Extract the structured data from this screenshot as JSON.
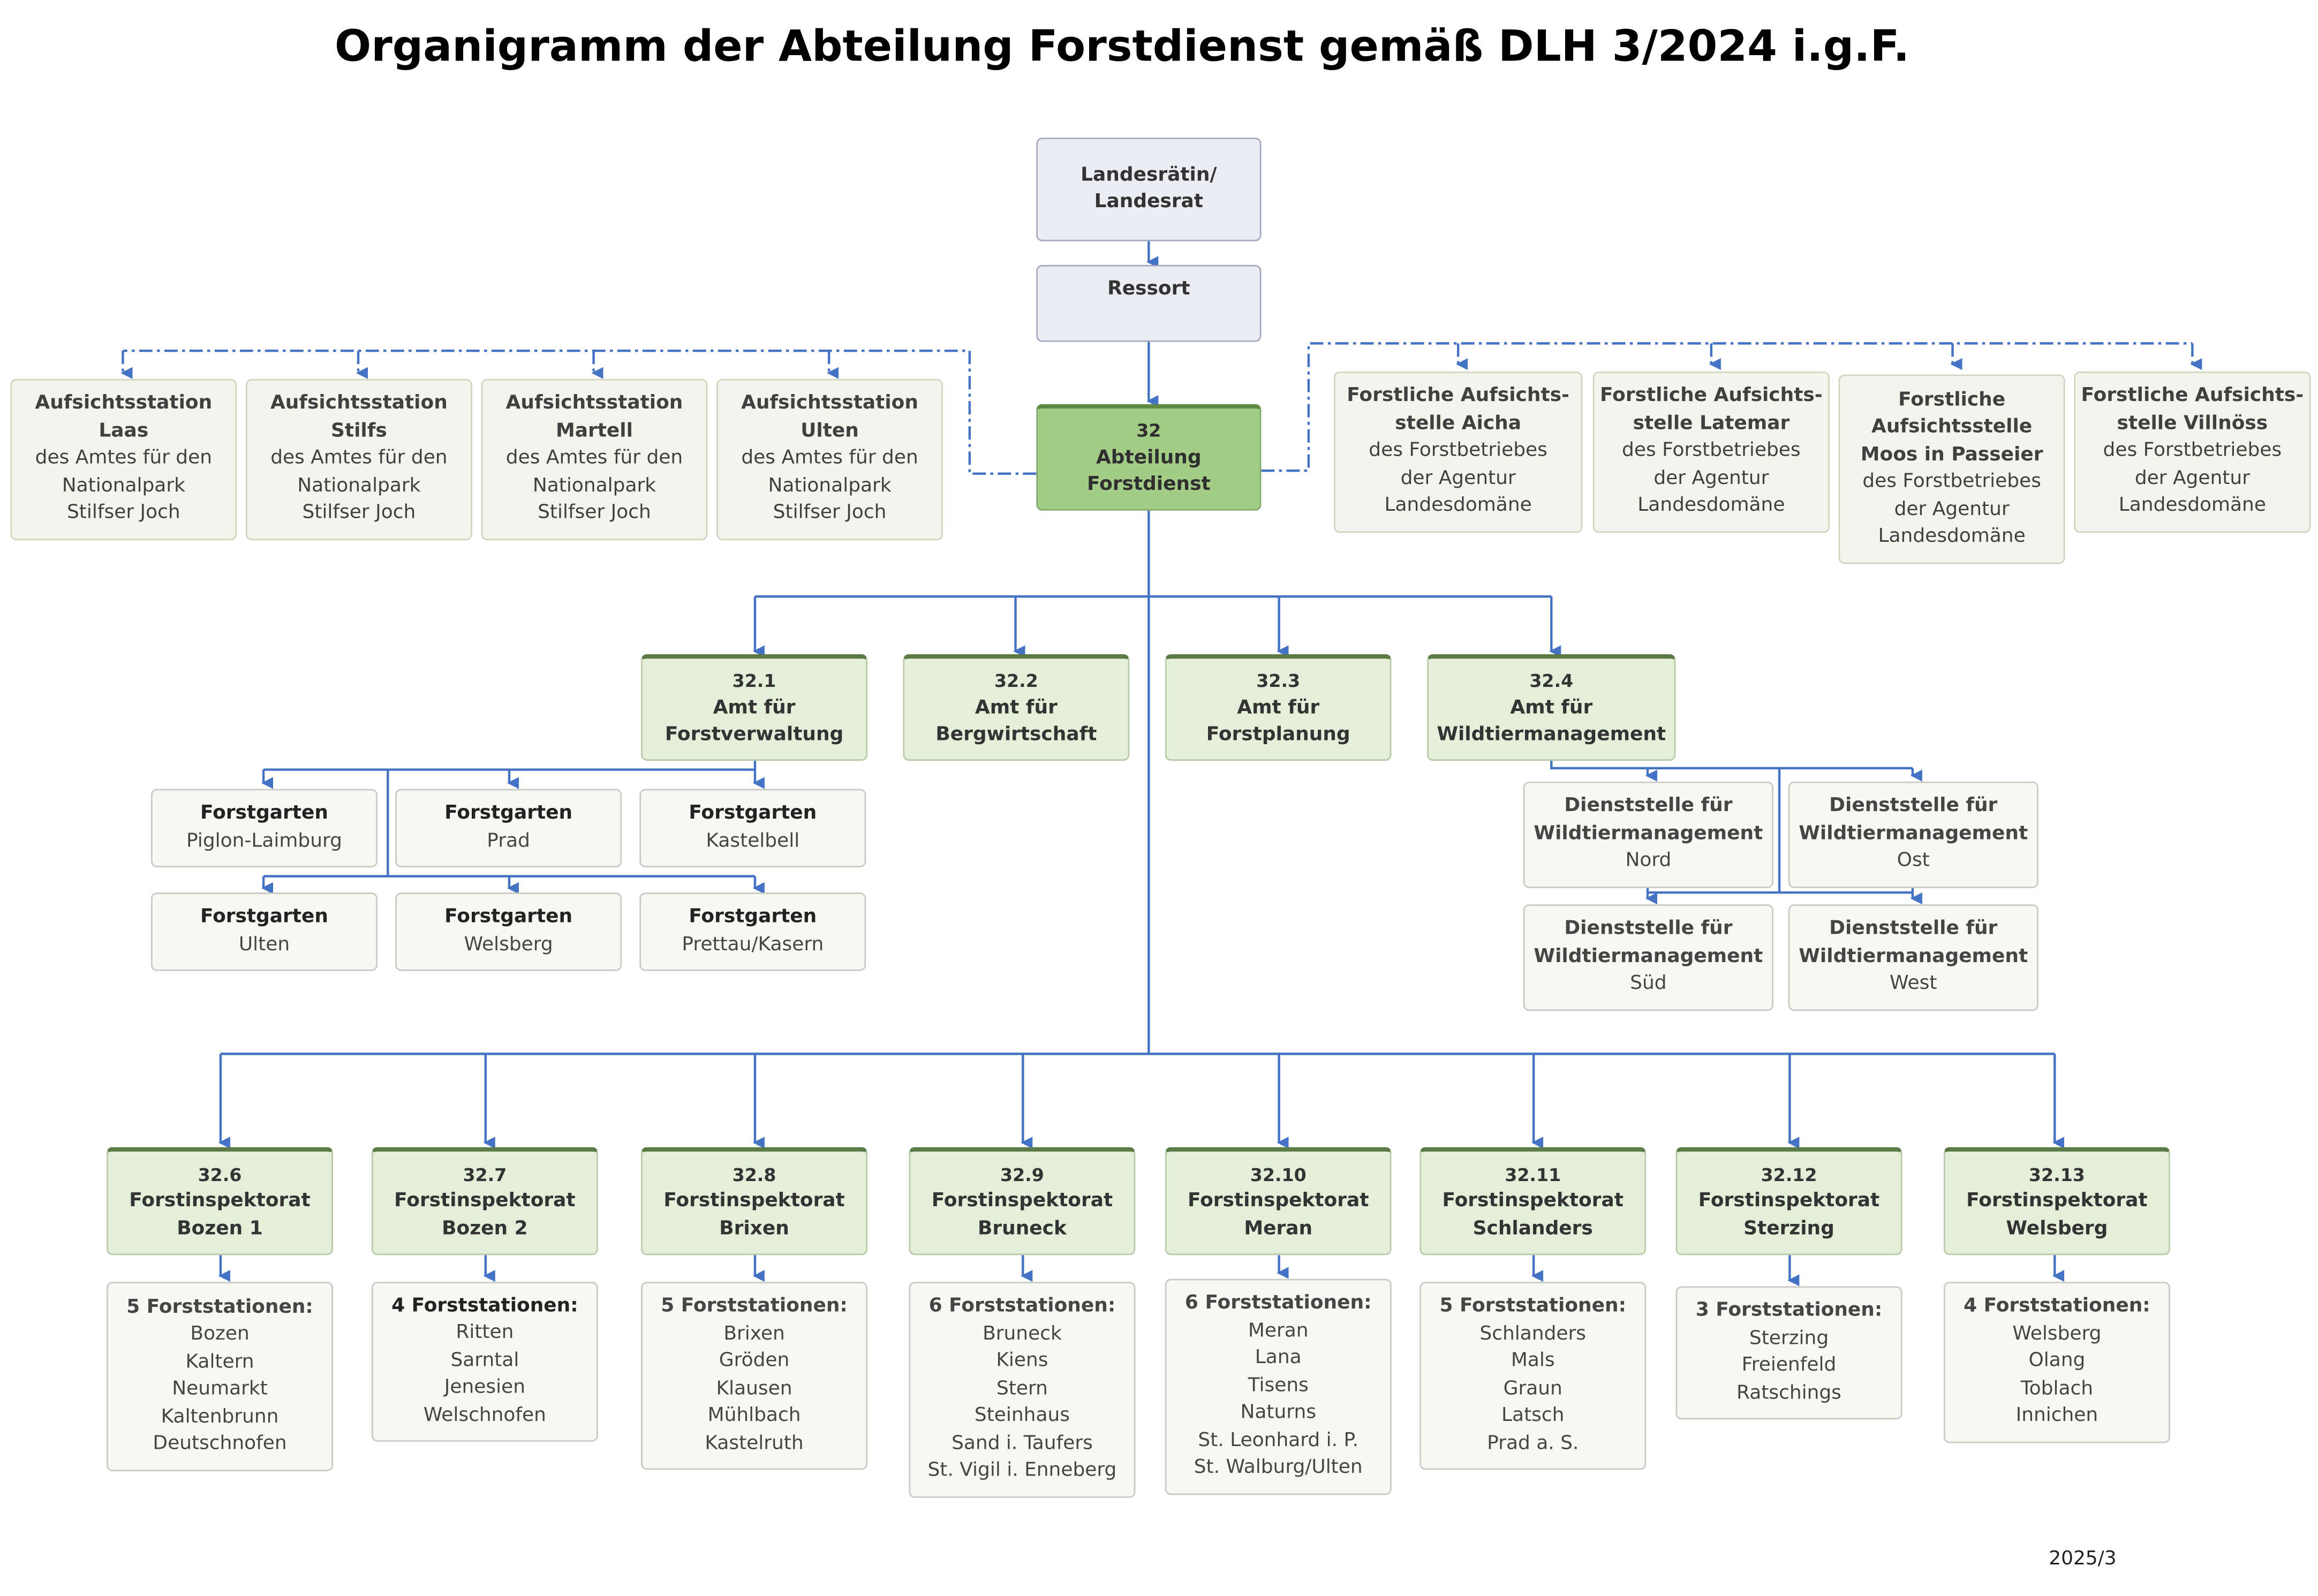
{
  "title": "Organigramm der Abteilung Forstdienst gemäß DLH 3/2024 i.g.F.",
  "footer": "2025/3",
  "colors": {
    "line": "#4472c4",
    "main": "#a3cc86",
    "amt": "#e3efd8",
    "top": "#ecedf3"
  },
  "top": {
    "landesrat": [
      "Landesrätin/",
      "Landesrat"
    ],
    "ressort": "Ressort",
    "abteilung": [
      "32",
      "Abteilung",
      "Forstdienst"
    ]
  },
  "stations_left": [
    {
      "title": [
        "Aufsichtsstation",
        "Laas"
      ],
      "sub": [
        "des Amtes für den",
        "Nationalpark",
        "Stilfser Joch"
      ]
    },
    {
      "title": [
        "Aufsichtsstation",
        "Stilfs"
      ],
      "sub": [
        "des Amtes für den",
        "Nationalpark",
        "Stilfser Joch"
      ]
    },
    {
      "title": [
        "Aufsichtsstation",
        "Martell"
      ],
      "sub": [
        "des Amtes für den",
        "Nationalpark",
        "Stilfser Joch"
      ]
    },
    {
      "title": [
        "Aufsichtsstation",
        "Ulten"
      ],
      "sub": [
        "des Amtes für den",
        "Nationalpark",
        "Stilfser Joch"
      ]
    }
  ],
  "stations_right": [
    {
      "title": [
        "Forstliche Aufsichts-",
        "stelle Aicha"
      ],
      "sub": [
        "des Forstbetriebes",
        "der Agentur",
        "Landesdomäne"
      ]
    },
    {
      "title": [
        "Forstliche Aufsichts-",
        "stelle Latemar"
      ],
      "sub": [
        "des Forstbetriebes",
        "der Agentur",
        "Landesdomäne"
      ]
    },
    {
      "title": [
        "Forstliche",
        "Aufsichtsstelle",
        "Moos in Passeier"
      ],
      "sub": [
        "des Forstbetriebes",
        "der Agentur",
        "Landesdomäne"
      ]
    },
    {
      "title": [
        "Forstliche Aufsichts-",
        "stelle Villnöss"
      ],
      "sub": [
        "des Forstbetriebes",
        "der Agentur",
        "Landesdomäne"
      ]
    }
  ],
  "aemter": [
    {
      "code": "32.1",
      "name": [
        "Amt für",
        "Forstverwaltung"
      ]
    },
    {
      "code": "32.2",
      "name": [
        "Amt für",
        "Bergwirtschaft"
      ]
    },
    {
      "code": "32.3",
      "name": [
        "Amt für",
        "Forstplanung"
      ]
    },
    {
      "code": "32.4",
      "name": [
        "Amt für",
        "Wildtiermanagement"
      ]
    }
  ],
  "forstgaerten": [
    {
      "title": "Forstgarten",
      "name": "Piglon-Laimburg"
    },
    {
      "title": "Forstgarten",
      "name": "Prad"
    },
    {
      "title": "Forstgarten",
      "name": "Kastelbell"
    },
    {
      "title": "Forstgarten",
      "name": "Ulten"
    },
    {
      "title": "Forstgarten",
      "name": "Welsberg"
    },
    {
      "title": "Forstgarten",
      "name": "Prettau/Kasern"
    }
  ],
  "dienststellen": [
    {
      "title": [
        "Dienststelle für",
        "Wildtiermanagement"
      ],
      "name": "Nord"
    },
    {
      "title": [
        "Dienststelle für",
        "Wildtiermanagement"
      ],
      "name": "Ost"
    },
    {
      "title": [
        "Dienststelle für",
        "Wildtiermanagement"
      ],
      "name": "Süd"
    },
    {
      "title": [
        "Dienststelle für",
        "Wildtiermanagement"
      ],
      "name": "West"
    }
  ],
  "inspektorate": [
    {
      "code": "32.6",
      "name": [
        "Forstinspektorat",
        "Bozen 1"
      ],
      "stations_title": "5 Forststationen:",
      "stations": [
        "Bozen",
        "Kaltern",
        "Neumarkt",
        "Kaltenbrunn",
        "Deutschnofen"
      ]
    },
    {
      "code": "32.7",
      "name": [
        "Forstinspektorat",
        "Bozen 2"
      ],
      "stations_title": "4 Forststationen:",
      "stations": [
        "Ritten",
        "Sarntal",
        "Jenesien",
        "Welschnofen"
      ]
    },
    {
      "code": "32.8",
      "name": [
        "Forstinspektorat",
        "Brixen"
      ],
      "stations_title": "5 Forststationen:",
      "stations": [
        "Brixen",
        "Gröden",
        "Klausen",
        "Mühlbach",
        "Kastelruth"
      ]
    },
    {
      "code": "32.9",
      "name": [
        "Forstinspektorat",
        "Bruneck"
      ],
      "stations_title": "6 Forststationen:",
      "stations": [
        "Bruneck",
        "Kiens",
        "Stern",
        "Steinhaus",
        "Sand i. Taufers",
        "St. Vigil i. Enneberg"
      ]
    },
    {
      "code": "32.10",
      "name": [
        "Forstinspektorat",
        "Meran"
      ],
      "stations_title": "6 Forststationen:",
      "stations": [
        "Meran",
        "Lana",
        "Tisens",
        "Naturns",
        "St. Leonhard i. P.",
        "St. Walburg/Ulten"
      ]
    },
    {
      "code": "32.11",
      "name": [
        "Forstinspektorat",
        "Schlanders"
      ],
      "stations_title": "5 Forststationen:",
      "stations": [
        "Schlanders",
        "Mals",
        "Graun",
        "Latsch",
        "Prad a. S."
      ]
    },
    {
      "code": "32.12",
      "name": [
        "Forstinspektorat",
        "Sterzing"
      ],
      "stations_title": "3 Forststationen:",
      "stations": [
        "Sterzing",
        "Freienfeld",
        "Ratschings"
      ]
    },
    {
      "code": "32.13",
      "name": [
        "Forstinspektorat",
        "Welsberg"
      ],
      "stations_title": "4 Forststationen:",
      "stations": [
        "Welsberg",
        "Olang",
        "Toblach",
        "Innichen"
      ]
    }
  ]
}
